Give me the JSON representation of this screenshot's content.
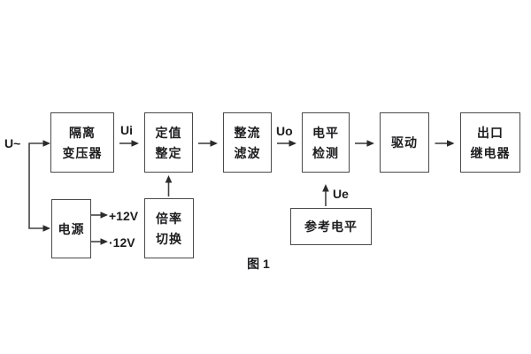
{
  "figure": {
    "caption": "图 1"
  },
  "signals": {
    "input": "U~",
    "ui": "Ui",
    "uo": "Uo",
    "ue": "Ue",
    "rail_pos": "+12V",
    "rail_neg": "·12V"
  },
  "blocks": {
    "isolation_transformer": {
      "line1": "隔离",
      "line2": "变压器"
    },
    "value_setting": {
      "line1": "定值",
      "line2": "整定"
    },
    "rectifier_filter": {
      "line1": "整流",
      "line2": "滤波"
    },
    "level_detection": {
      "line1": "电平",
      "line2": "检测"
    },
    "driver": {
      "label": "驱动"
    },
    "output_relay": {
      "line1": "出口",
      "line2": "继电器"
    },
    "power_supply": {
      "label": "电源"
    },
    "ratio_switch": {
      "line1": "倍率",
      "line2": "切换"
    },
    "reference_level": {
      "label": "参考电平"
    }
  },
  "colors": {
    "background": "#ffffff",
    "line": "#424242",
    "border": "#4a4a4a",
    "text": "#1d1d1f"
  }
}
